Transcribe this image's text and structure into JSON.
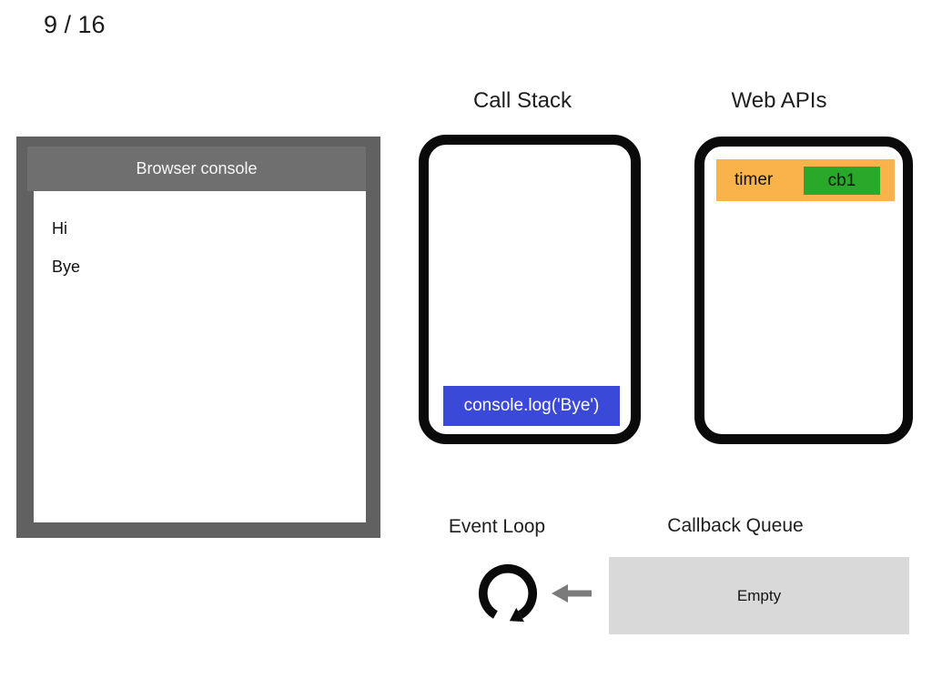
{
  "slide": {
    "page_indicator": "9 / 16"
  },
  "browser_console": {
    "title": "Browser console",
    "lines": [
      "Hi",
      "Bye"
    ]
  },
  "call_stack": {
    "title": "Call Stack",
    "frames": [
      "console.log('Bye')"
    ]
  },
  "web_apis": {
    "title": "Web APIs",
    "entries": [
      {
        "label": "timer",
        "callback": "cb1"
      }
    ]
  },
  "event_loop": {
    "title": "Event Loop",
    "icon": "clockwise-loop-arrow"
  },
  "callback_queue": {
    "title": "Callback Queue",
    "status": "Empty",
    "arrow_icon": "left-arrow"
  },
  "colors": {
    "stack_frame_blue": "#3b49d9",
    "web_api_orange": "#f9b34a",
    "callback_green": "#2aa82a",
    "console_frame_gray": "#616161",
    "console_titlebar_gray": "#6f6f6f",
    "queue_gray": "#d9d9d9",
    "arrow_gray": "#7b7b7b",
    "box_border_black": "#0a0a0a"
  }
}
